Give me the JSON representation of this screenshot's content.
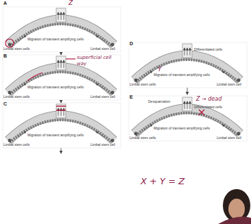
{
  "diagram": {
    "labels": [
      "A",
      "Z",
      "Migration of transient amplifying cells",
      "Limbal stem cells",
      "Limbal stem cell",
      "B",
      "superficial cell",
      "way",
      "Migration of transient amplifying cells",
      "Limbal stem cells",
      "Limbal stem cell",
      "C",
      "Migration of transient amplifying cells",
      "Limbal stem cells",
      "Limbal stem cell",
      "D",
      "Differentiated cells",
      "Y",
      "Migration of transient amplifying cells",
      "Limbal stem cells",
      "Limbal stem cell",
      "E",
      "Differentiated cells",
      "Desquamation",
      "Z → dead",
      "Migration of transient amplifying cells",
      "Limbal stem cells",
      "Limbal stem cell",
      "X + Y = Z"
    ]
  }
}
